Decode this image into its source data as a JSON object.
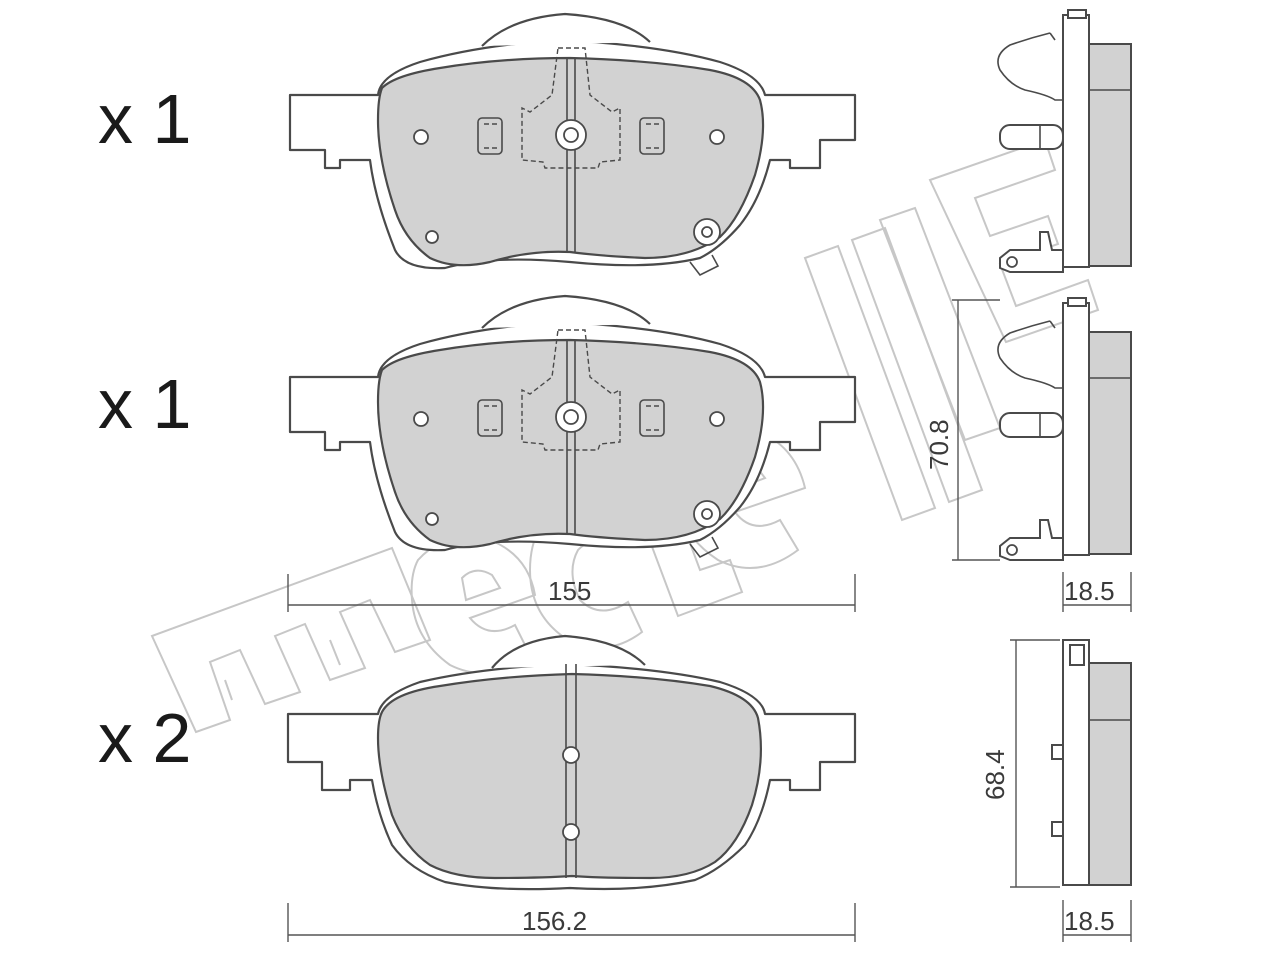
{
  "pads": [
    {
      "quantity": "x 1"
    },
    {
      "quantity": "x 1"
    },
    {
      "quantity": "x 2"
    }
  ],
  "dimensions": {
    "width_top": "155",
    "width_bottom": "156.2",
    "height_top": "70.8",
    "height_bottom": "68.4",
    "thickness_top": "18.5",
    "thickness_bottom": "18.5"
  },
  "watermark": "metelli",
  "colors": {
    "pad_fill": "#d2d2d2",
    "line": "#4a4a4a",
    "watermark": "#9a9a9a"
  }
}
